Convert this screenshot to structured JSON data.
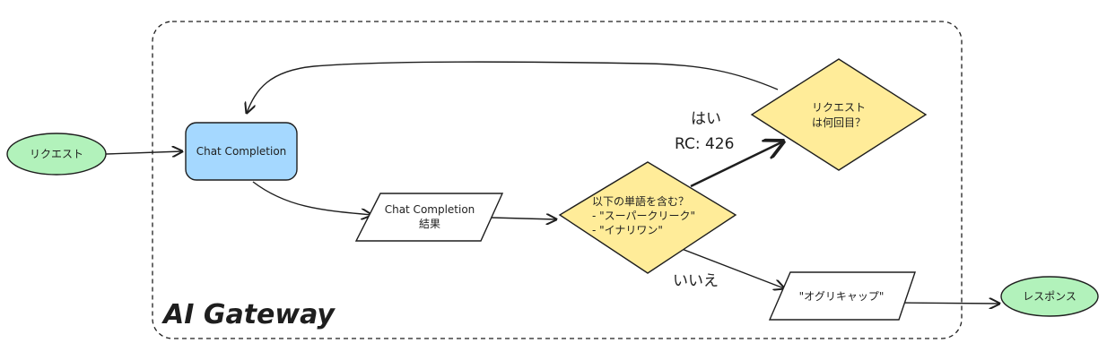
{
  "group": {
    "label": "AI Gateway"
  },
  "nodes": {
    "request": "リクエスト",
    "chat_completion": "Chat Completion",
    "result_line1": "Chat Completion",
    "result_line2": "結果",
    "condition_line1": "以下の単語を含む？",
    "condition_line2": "- \"スーパークリーク\"",
    "condition_line3": "- \"イナリワン\"",
    "count_line1": "リクエスト",
    "count_line2": "は何回目？",
    "output": "\"オグリキャップ\"",
    "response": "レスポンス"
  },
  "edges": {
    "yes_line1": "はい",
    "yes_line2": "RC: 426",
    "no": "いいえ"
  },
  "colors": {
    "request_fill": "#b2f2bb",
    "chat_fill": "#a5d8ff",
    "decision_fill": "#ffec99",
    "stroke": "#1e1e1e"
  }
}
